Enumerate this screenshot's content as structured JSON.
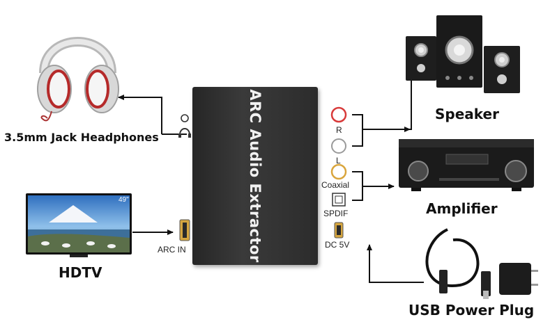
{
  "device": {
    "title": "ARC Audio Extractor"
  },
  "ports": {
    "right": "R",
    "left": "L",
    "coaxial": "Coaxial",
    "spdif": "SPDIF",
    "dc": "DC 5V",
    "arc_in": "ARC IN"
  },
  "captions": {
    "headphones": "3.5mm Jack Headphones",
    "hdtv": "HDTV",
    "speaker": "Speaker",
    "amplifier": "Amplifier",
    "usb_power": "USB Power Plug"
  },
  "tv_screen_label": "49\"",
  "colors": {
    "red_port": "#d83a3a",
    "white_port": "#9a9a9a",
    "coax_port": "#d9a53c",
    "hdmi_gold": "#d6a640",
    "box": "#2e2e2e"
  }
}
